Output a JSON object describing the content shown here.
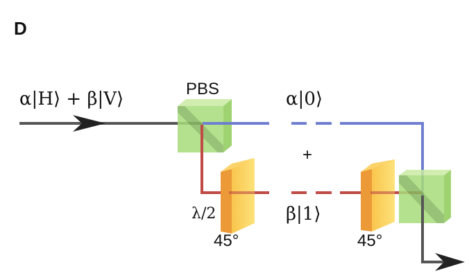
{
  "panel_label": "D",
  "input_state": "α|H⟩ + β|V⟩",
  "pbs_label": "PBS",
  "upper_state": "α|0⟩",
  "plus": "+",
  "lower_state": "β|1⟩",
  "waveplate_label": "λ/2",
  "angle_1": "45°",
  "angle_2": "45°",
  "colors": {
    "input": "#555555",
    "upper": "#6f7fcf",
    "lower": "#c04a45",
    "pbs": "#a8dc7a",
    "waveplate": "#f7b544"
  }
}
